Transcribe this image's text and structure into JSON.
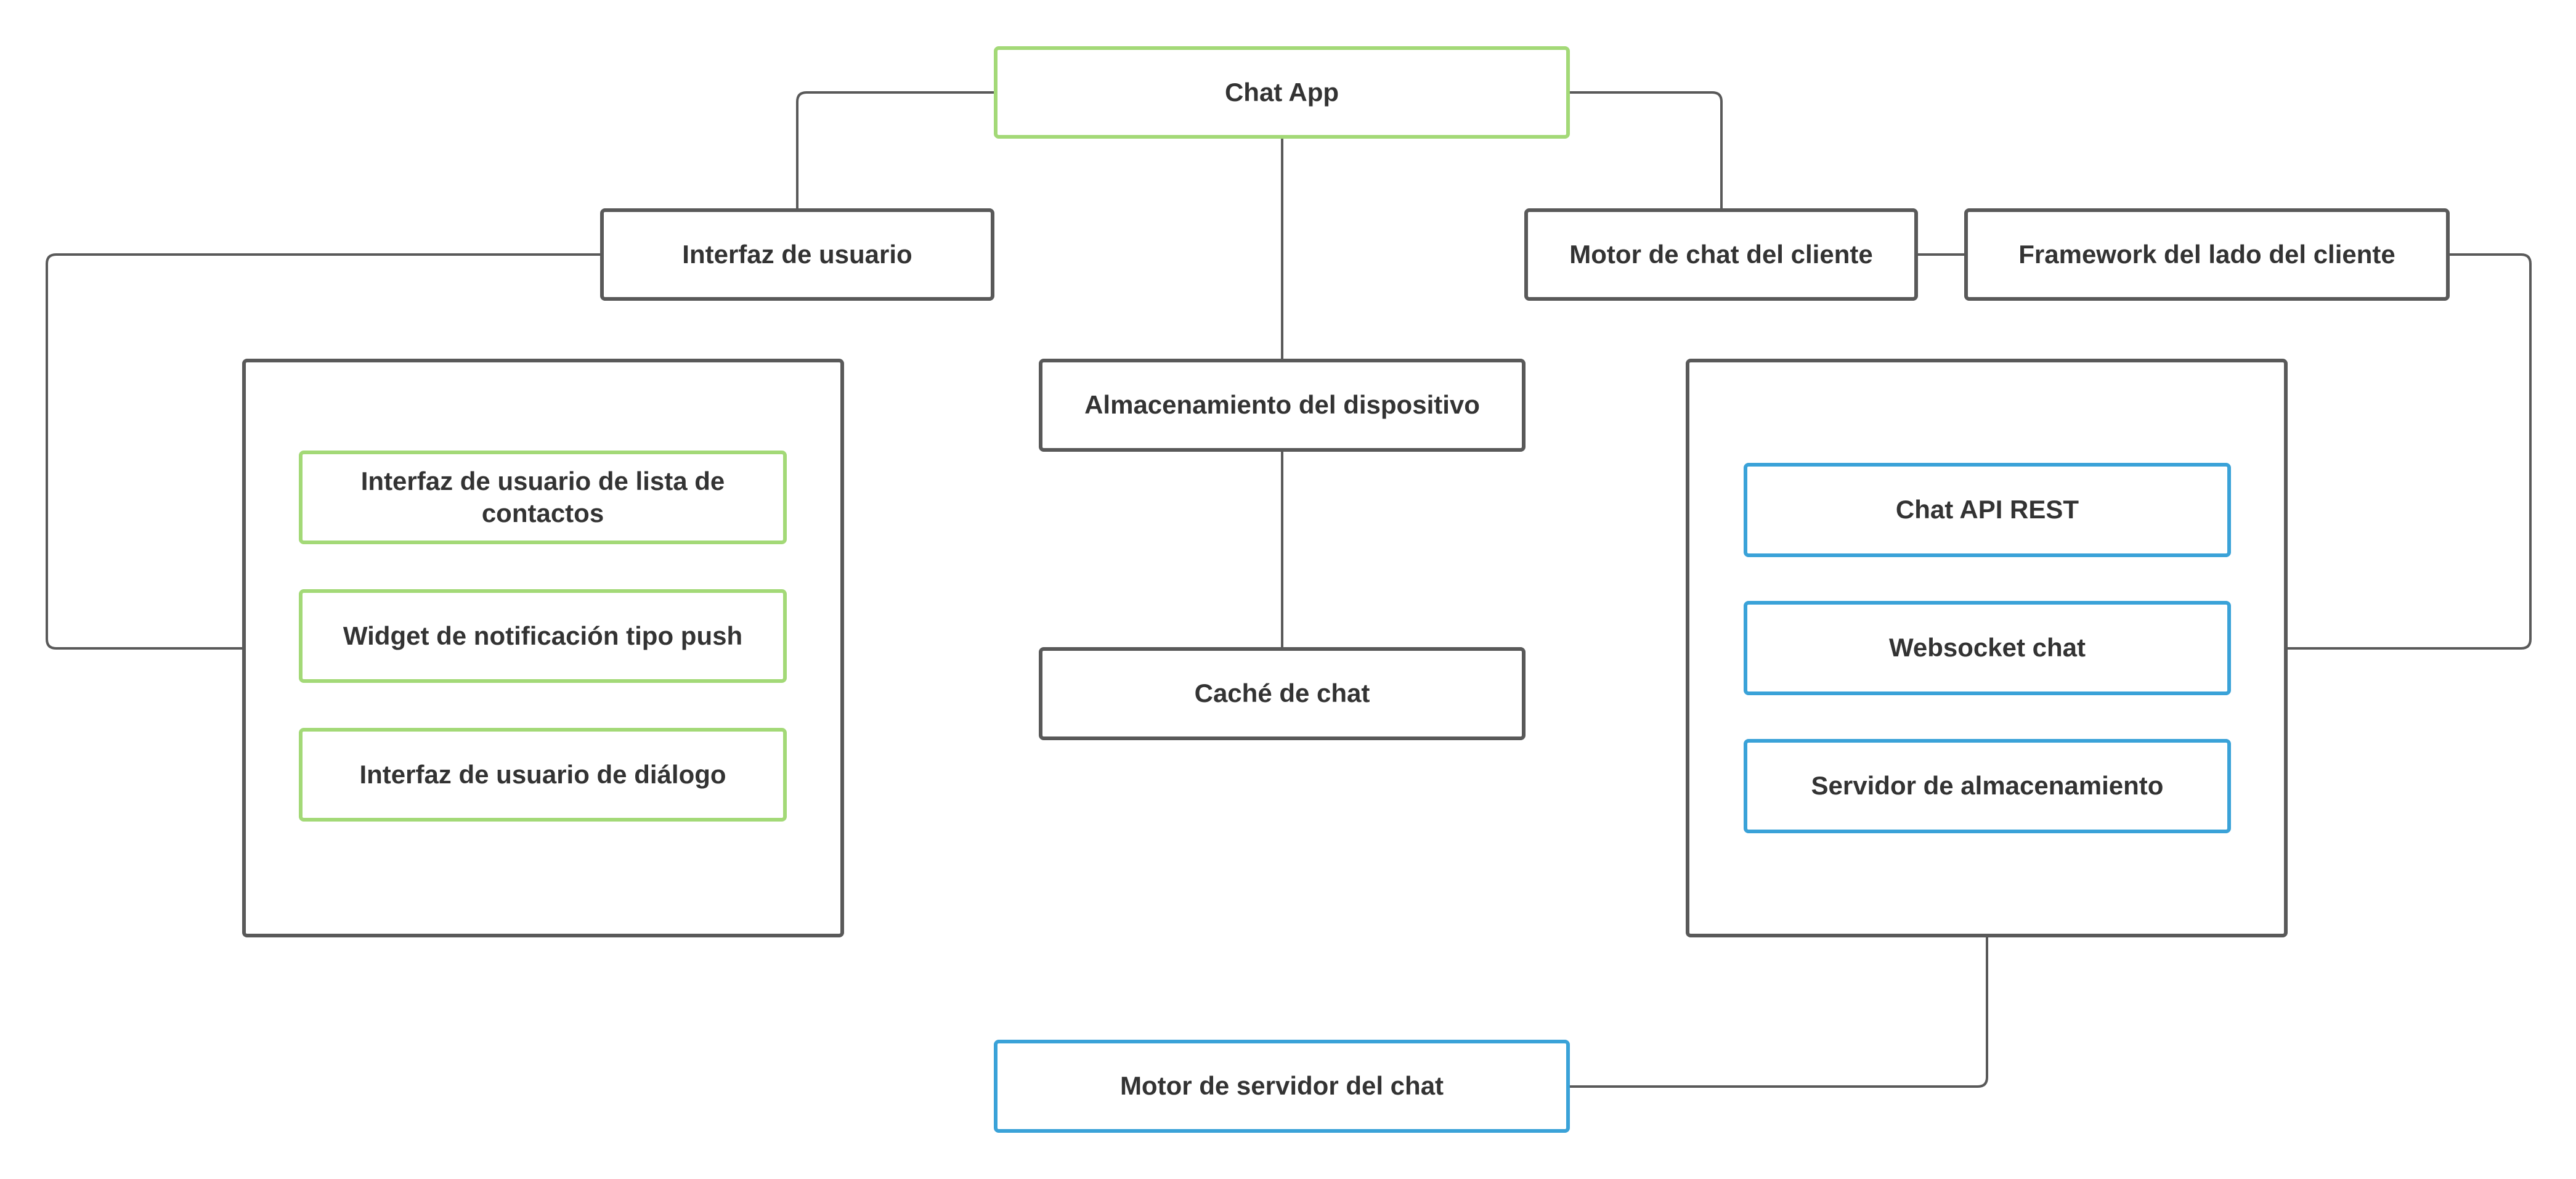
{
  "nodes": {
    "chat_app": "Chat App",
    "interfaz_usuario": "Interfaz de usuario",
    "motor_chat_cliente": "Motor de chat del cliente",
    "framework_cliente": "Framework del lado del cliente",
    "almacenamiento_dispositivo": "Almacenamiento del dispositivo",
    "cache_chat": "Caché de chat",
    "lista_contactos": "Interfaz de usuario de lista de contactos",
    "widget_push": "Widget de notificación tipo push",
    "dialogo": "Interfaz de usuario de diálogo",
    "chat_api_rest": "Chat API REST",
    "websocket_chat": "Websocket chat",
    "servidor_almacenamiento": "Servidor de almacenamiento",
    "motor_servidor": "Motor de servidor del chat"
  },
  "colors": {
    "dark": "#595959",
    "green": "#a3d977",
    "blue": "#3aa2d8",
    "text": "#333333"
  }
}
